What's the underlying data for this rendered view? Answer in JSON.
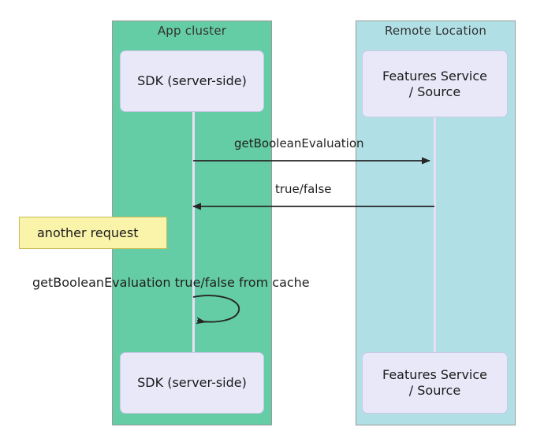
{
  "diagram": {
    "type": "sequence-diagram",
    "background_color": "#ffffff",
    "groups": [
      {
        "id": "app-cluster",
        "title": "App cluster",
        "color": "#65cda5",
        "participant": "SDK (server-side)"
      },
      {
        "id": "remote-location",
        "title": "Remote Location",
        "color": "#b0e0e6",
        "participant": "Features Service\n/ Source"
      }
    ],
    "participants": {
      "sdk_top_label": "SDK (server-side)",
      "sdk_bottom_label": "SDK (server-side)",
      "features_top_label": "Features Service\n/ Source",
      "features_bottom_label": "Features Service\n/ Source",
      "box_fill": "#e8e8f8",
      "lifeline_color": "#e9dff5"
    },
    "messages": [
      {
        "name": "request-message",
        "label": "getBooleanEvaluation",
        "direction": "right",
        "from": "SDK (server-side)",
        "to": "Features Service / Source"
      },
      {
        "name": "response-message",
        "label": "true/false",
        "direction": "left",
        "from": "Features Service / Source",
        "to": "SDK (server-side)"
      },
      {
        "name": "self-loop-message",
        "label": "getBooleanEvaluation true/false from cache",
        "direction": "self",
        "from": "SDK (server-side)",
        "to": "SDK (server-side)"
      }
    ],
    "note": {
      "label": "another request",
      "fill": "#faf3aa",
      "border": "#c9bc56"
    },
    "arrow_color": "#262626"
  }
}
